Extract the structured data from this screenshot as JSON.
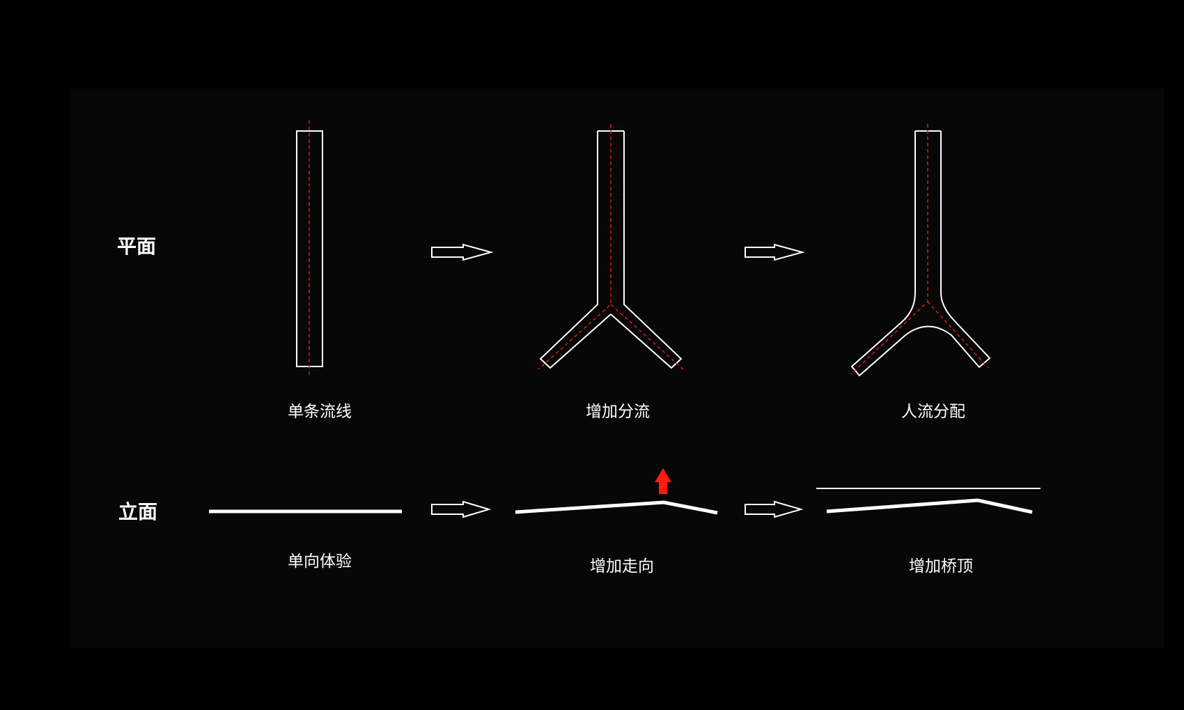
{
  "colors": {
    "background": "#000000",
    "panel": "#070707",
    "outline": "#ffffff",
    "centerline": "#e0191b",
    "emphasis_arrow": "#ff1a12"
  },
  "rows": {
    "plan_label": "平面",
    "elevation_label": "立面"
  },
  "captions": {
    "plan_1": "单条流线",
    "plan_2": "增加分流",
    "plan_3": "人流分配",
    "elev_1": "单向体验",
    "elev_2": "增加走向",
    "elev_3": "增加桥顶"
  },
  "icons": {
    "step_arrow": "hollow-right-arrow-icon",
    "raise_arrow": "red-up-arrow-icon"
  }
}
